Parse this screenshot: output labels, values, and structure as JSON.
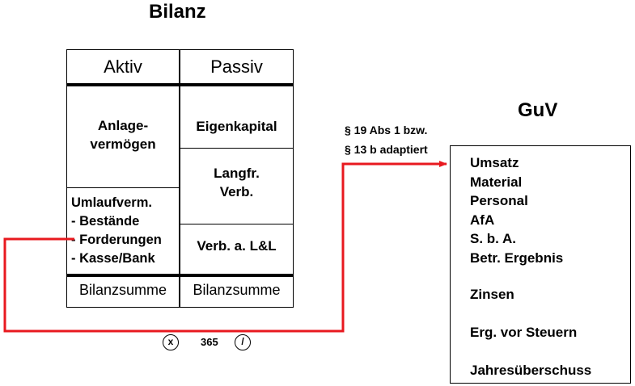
{
  "bilanz": {
    "title": "Bilanz",
    "aktiv_header": "Aktiv",
    "passiv_header": "Passiv",
    "anlage_line1": "Anlage-",
    "anlage_line2": "vermögen",
    "umlauf_lines": [
      "Umlaufverm.",
      "- Bestände",
      "- Forderungen",
      "- Kasse/Bank"
    ],
    "eigenkapital": "Eigenkapital",
    "langfr_line1": "Langfr.",
    "langfr_line2": "Verb.",
    "verb_ll": "Verb. a. L&L",
    "bilanzsumme_left": "Bilanzsumme",
    "bilanzsumme_right": "Bilanzsumme"
  },
  "guv": {
    "title": "GuV",
    "items": [
      "Umsatz",
      "Material",
      "Personal",
      "AfA",
      "S. b. A.",
      "Betr. Ergebnis",
      "Zinsen",
      "Erg. vor Steuern",
      "Jahresüberschuss"
    ]
  },
  "connector": {
    "note_line1": "§ 19 Abs 1 bzw.",
    "note_line2": "§ 13 b adaptiert",
    "multiply_symbol": "x",
    "days": "365",
    "divide_symbol": "/",
    "color": "#e8191f"
  }
}
